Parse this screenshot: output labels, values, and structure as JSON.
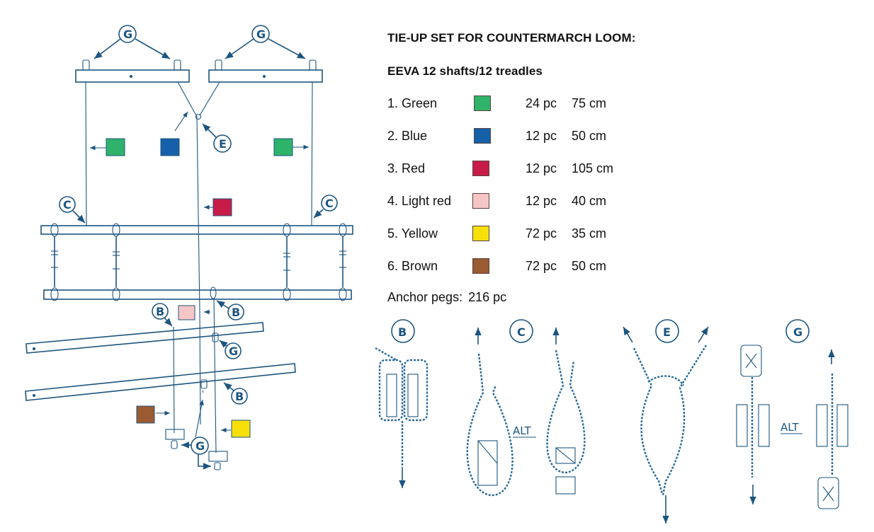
{
  "header": {
    "title": "TIE-UP SET FOR COUNTERMARCH LOOM:",
    "subtitle": "EEVA 12 shafts/12 treadles"
  },
  "legend": [
    {
      "label": "1. Green",
      "color": "#2fb36a",
      "count": "24 pc",
      "length": "75 cm"
    },
    {
      "label": "2. Blue",
      "color": "#1560a8",
      "count": "12 pc",
      "length": "50 cm"
    },
    {
      "label": "3. Red",
      "color": "#c81c48",
      "count": "12 pc",
      "length": "105 cm"
    },
    {
      "label": "4. Light red",
      "color": "#f6c6c6",
      "count": "12 pc",
      "length": "40 cm"
    },
    {
      "label": "5. Yellow",
      "color": "#f7e00a",
      "count": "72 pc",
      "length": "35 cm"
    },
    {
      "label": "6. Brown",
      "color": "#9a5a32",
      "count": "72 pc",
      "length": "50 cm"
    }
  ],
  "anchor_pegs": {
    "label": "Anchor pegs:",
    "value": "216 pc"
  },
  "diagram": {
    "callouts": {
      "G": "G",
      "E": "E",
      "C": "C",
      "B": "B"
    },
    "detail_labels": [
      "B",
      "C",
      "E",
      "G"
    ],
    "alt_label": "ALT",
    "line_color": "#1d5580"
  }
}
